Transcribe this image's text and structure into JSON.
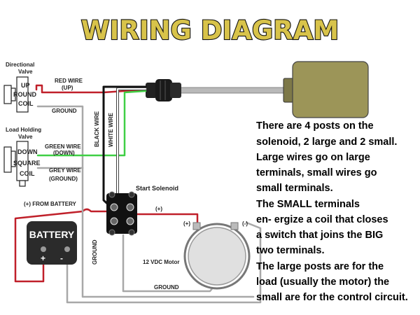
{
  "title": "WIRING DIAGRAM",
  "valves": {
    "directional": {
      "caption_line1": "Directional",
      "caption_line2": "Valve",
      "box_line1": "UP",
      "box_line2": "ROUND",
      "box_line3": "COIL"
    },
    "load_holding": {
      "caption_line1": "Load Holding",
      "caption_line2": "Valve",
      "box_line1": "DOWN",
      "box_line2": "SQUARE",
      "box_line3": "COIL"
    }
  },
  "wires": {
    "red_line1": "RED WIRE",
    "red_line2": "(UP)",
    "ground_upper": "GROUND",
    "green_line1": "GREEN WIRE",
    "green_line2": "(DOWN)",
    "grey_line1": "GREY WIRE",
    "grey_line2": "(GROUND)",
    "black_wire": "BLACK WIRE",
    "white_wire": "WHITE WIRE",
    "from_battery": "(+) FROM BATTERY",
    "solenoid_plus": "(+)",
    "ground_vertical": "GROUND",
    "ground_bottom": "GROUND"
  },
  "components": {
    "solenoid_label": "Start Solenoid",
    "battery_label": "BATTERY",
    "battery_plus": "+",
    "battery_minus": "-",
    "motor_label": "12 VDC Motor",
    "motor_plus": "(+)",
    "motor_minus": "(-)"
  },
  "notes": [
    "There are 4 posts on the",
    "solenoid, 2 large and 2 small.",
    "Large wires go on large",
    "terminals, small wires go",
    "small terminals.",
    "The SMALL terminals",
    "en- ergize a coil that closes",
    "a switch that joins the BIG",
    "two terminals.",
    "The large posts are for the",
    "load (usually the motor) the",
    "small are for the control circuit."
  ],
  "colors": {
    "title_fill": "#d8c34a",
    "red_wire": "#c0202a",
    "green_wire": "#3fcf45",
    "grey_wire": "#9a9a9a",
    "pump_body": "#9c9558"
  }
}
